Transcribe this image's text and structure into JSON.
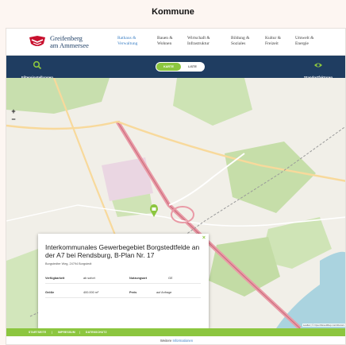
{
  "page": {
    "title": "Kommune"
  },
  "brand": {
    "line1": "Greifenberg",
    "line2": "am Ammersee"
  },
  "nav": [
    {
      "line1": "Rathaus &",
      "line2": "Verwaltung",
      "active": true
    },
    {
      "line1": "Bauen &",
      "line2": "Wohnen",
      "active": false
    },
    {
      "line1": "Wirtschaft &",
      "line2": "Infrastruktur",
      "active": false
    },
    {
      "line1": "Bildung &",
      "line2": "Soziales",
      "active": false
    },
    {
      "line1": "Kultur &",
      "line2": "Freizeit",
      "active": false
    },
    {
      "line1": "Umwelt &",
      "line2": "Energie",
      "active": false
    }
  ],
  "filterbar": {
    "filter_label": "Filtereinstellungen",
    "toggle_on": "KARTE",
    "toggle_off": "LISTE",
    "location_label": "Standortfaktoren"
  },
  "map": {
    "zoom_in": "+",
    "zoom_out": "−",
    "attribution": "Leaflet | © OpenStreetMap contributors"
  },
  "popup": {
    "close": "×",
    "title": "Interkommunales Gewerbegebiet Borgstedtfelde an der A7 bei Rendsburg, B-Plan Nr. 17",
    "address": "Borgstedter Weg, 24794 Borgstedt",
    "rows": [
      {
        "k1": "Verfügbarkeit",
        "v1": "ab sofort",
        "k2": "Nutzungsart",
        "v2": "GE"
      },
      {
        "k1": "Größe",
        "v1": "400.000 m²",
        "k2": "Preis",
        "v2": "auf Anfrage"
      }
    ]
  },
  "footer": {
    "links": [
      "STARTSEITE",
      "IMPRESSUM",
      "DATENSCHUTZ"
    ],
    "separator": "|"
  },
  "more_info": {
    "prefix": "Weitere",
    "accent": "Informationen"
  },
  "colors": {
    "accent_green": "#8cc63f",
    "navy": "#1f3d61",
    "link_blue": "#3b7fc4"
  }
}
